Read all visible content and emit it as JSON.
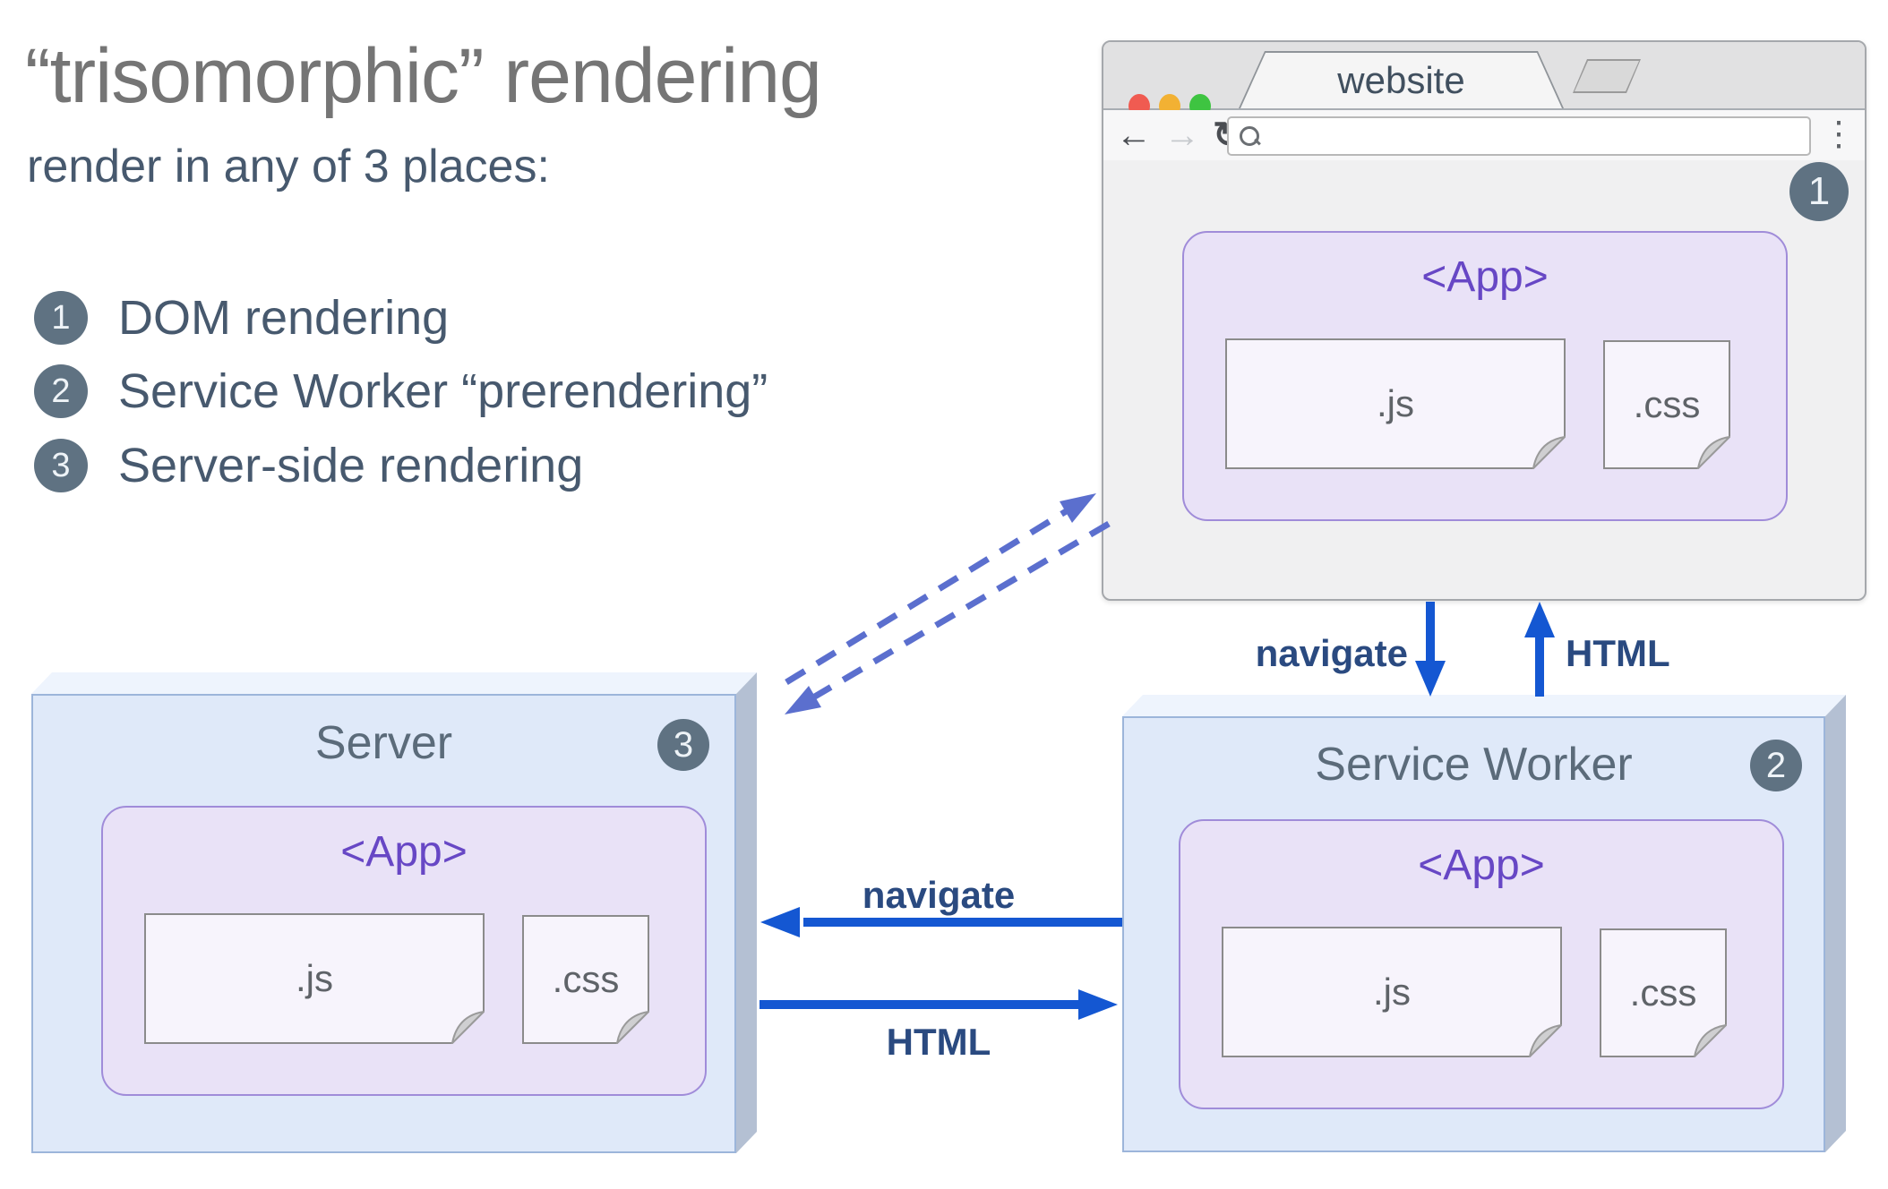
{
  "title": "“trisomorphic” rendering",
  "subtitle": "render in any of 3 places:",
  "legend": [
    {
      "num": "1",
      "label": "DOM rendering"
    },
    {
      "num": "2",
      "label": "Service Worker “prerendering”"
    },
    {
      "num": "3",
      "label": "Server-side rendering"
    }
  ],
  "browser": {
    "tab_title": "website",
    "badge": "1",
    "toolbar": {
      "back_icon": "←",
      "forward_icon": "→",
      "reload_icon": "↻",
      "menu_icon": "⋮"
    },
    "url_value": "",
    "app": {
      "title": "<App>",
      "js_label": ".js",
      "css_label": ".css"
    }
  },
  "server": {
    "title": "Server",
    "badge": "3",
    "app": {
      "title": "<App>",
      "js_label": ".js",
      "css_label": ".css"
    }
  },
  "service_worker": {
    "title": "Service Worker",
    "badge": "2",
    "app": {
      "title": "<App>",
      "js_label": ".js",
      "css_label": ".css"
    }
  },
  "arrows": {
    "browser_sw_down_label": "navigate",
    "browser_sw_up_label": "HTML",
    "server_sw_left_label": "navigate",
    "server_sw_right_label": "HTML"
  },
  "colors": {
    "solid_arrow_blue": "#1457d2",
    "arrow_label_navy": "#2a4a80",
    "dashed_arrow_indigo": "#5b6fce",
    "badge_slate": "#5f7282",
    "app_purple_text": "#6747c5",
    "app_bg": "#e9e2f7",
    "app_border": "#a08cd9",
    "box_front": "#dfe9f9",
    "box_top": "#eef4fd",
    "box_side": "#b4c0d3",
    "title_gray": "#757575",
    "body_slate": "#47596e",
    "traffic_red": "#f05b51",
    "traffic_yellow": "#f2b133",
    "traffic_green": "#3ec441"
  }
}
